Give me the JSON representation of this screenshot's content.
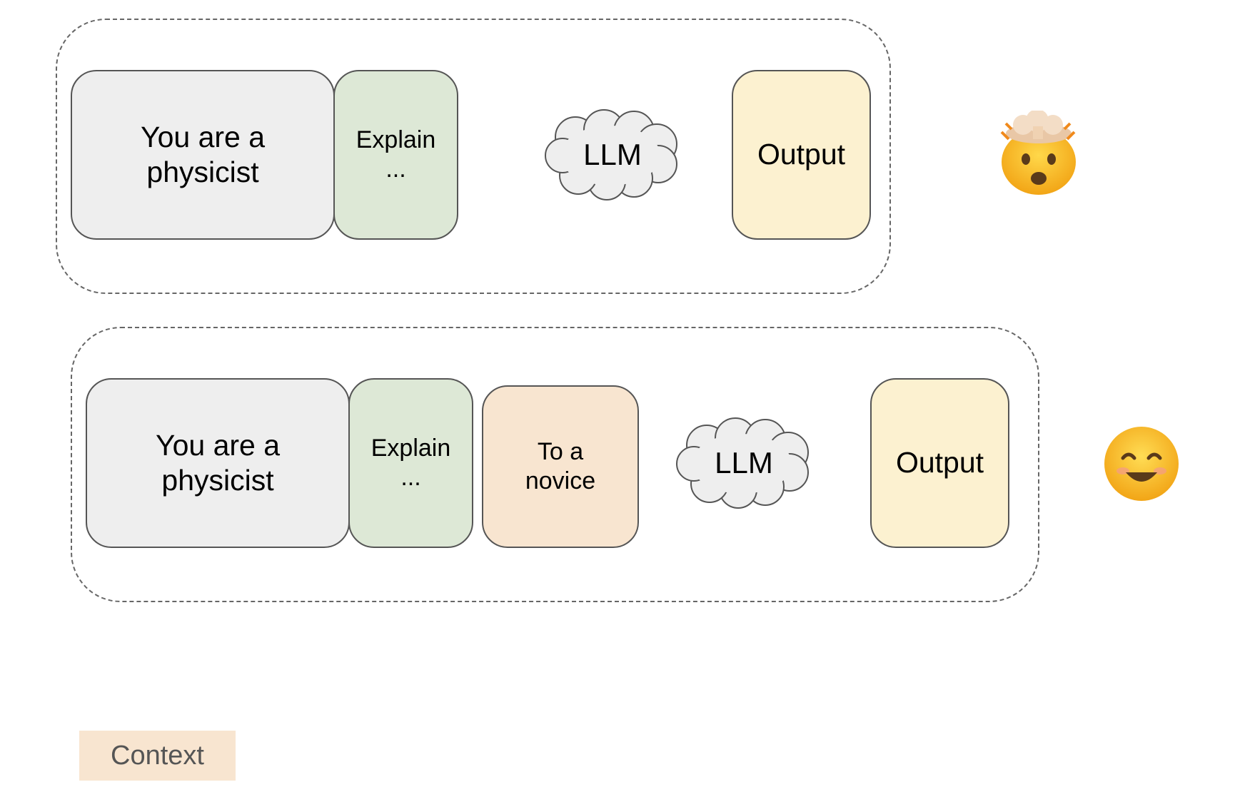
{
  "row1": {
    "role": "You are a\nphysicist",
    "task": "Explain\n...",
    "model": "LLM",
    "output": "Output",
    "reaction": "head-exploding-emoji"
  },
  "row2": {
    "role": "You are a\nphysicist",
    "task": "Explain\n...",
    "audience": "To a\nnovice",
    "model": "LLM",
    "output": "Output",
    "reaction": "smiling-face-emoji"
  },
  "legend": {
    "label": "Context"
  },
  "colors": {
    "role_fill": "#eeeeee",
    "task_fill": "#dde8d6",
    "audience_fill": "#f8e5d0",
    "output_fill": "#fcf1d0",
    "cloud_fill": "#eeeeee",
    "border": "#555555"
  }
}
